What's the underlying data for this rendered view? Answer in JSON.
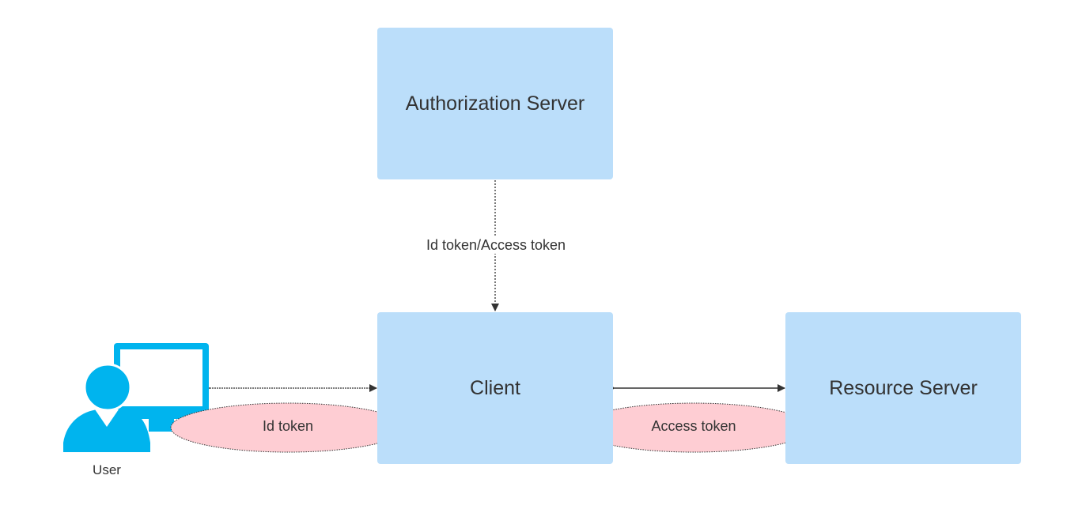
{
  "nodes": {
    "authorization_server": "Authorization Server",
    "client": "Client",
    "resource_server": "Resource Server",
    "user": "User"
  },
  "edges": {
    "auth_to_client": "Id token/Access token",
    "user_client": "Id token",
    "client_resource": "Access token"
  },
  "colors": {
    "box_fill": "#bbdefa",
    "token_fill": "#fecdd3",
    "user_icon": "#00b4ee",
    "edge": "#333333"
  },
  "icons": {
    "user": "user-at-computer-icon"
  }
}
